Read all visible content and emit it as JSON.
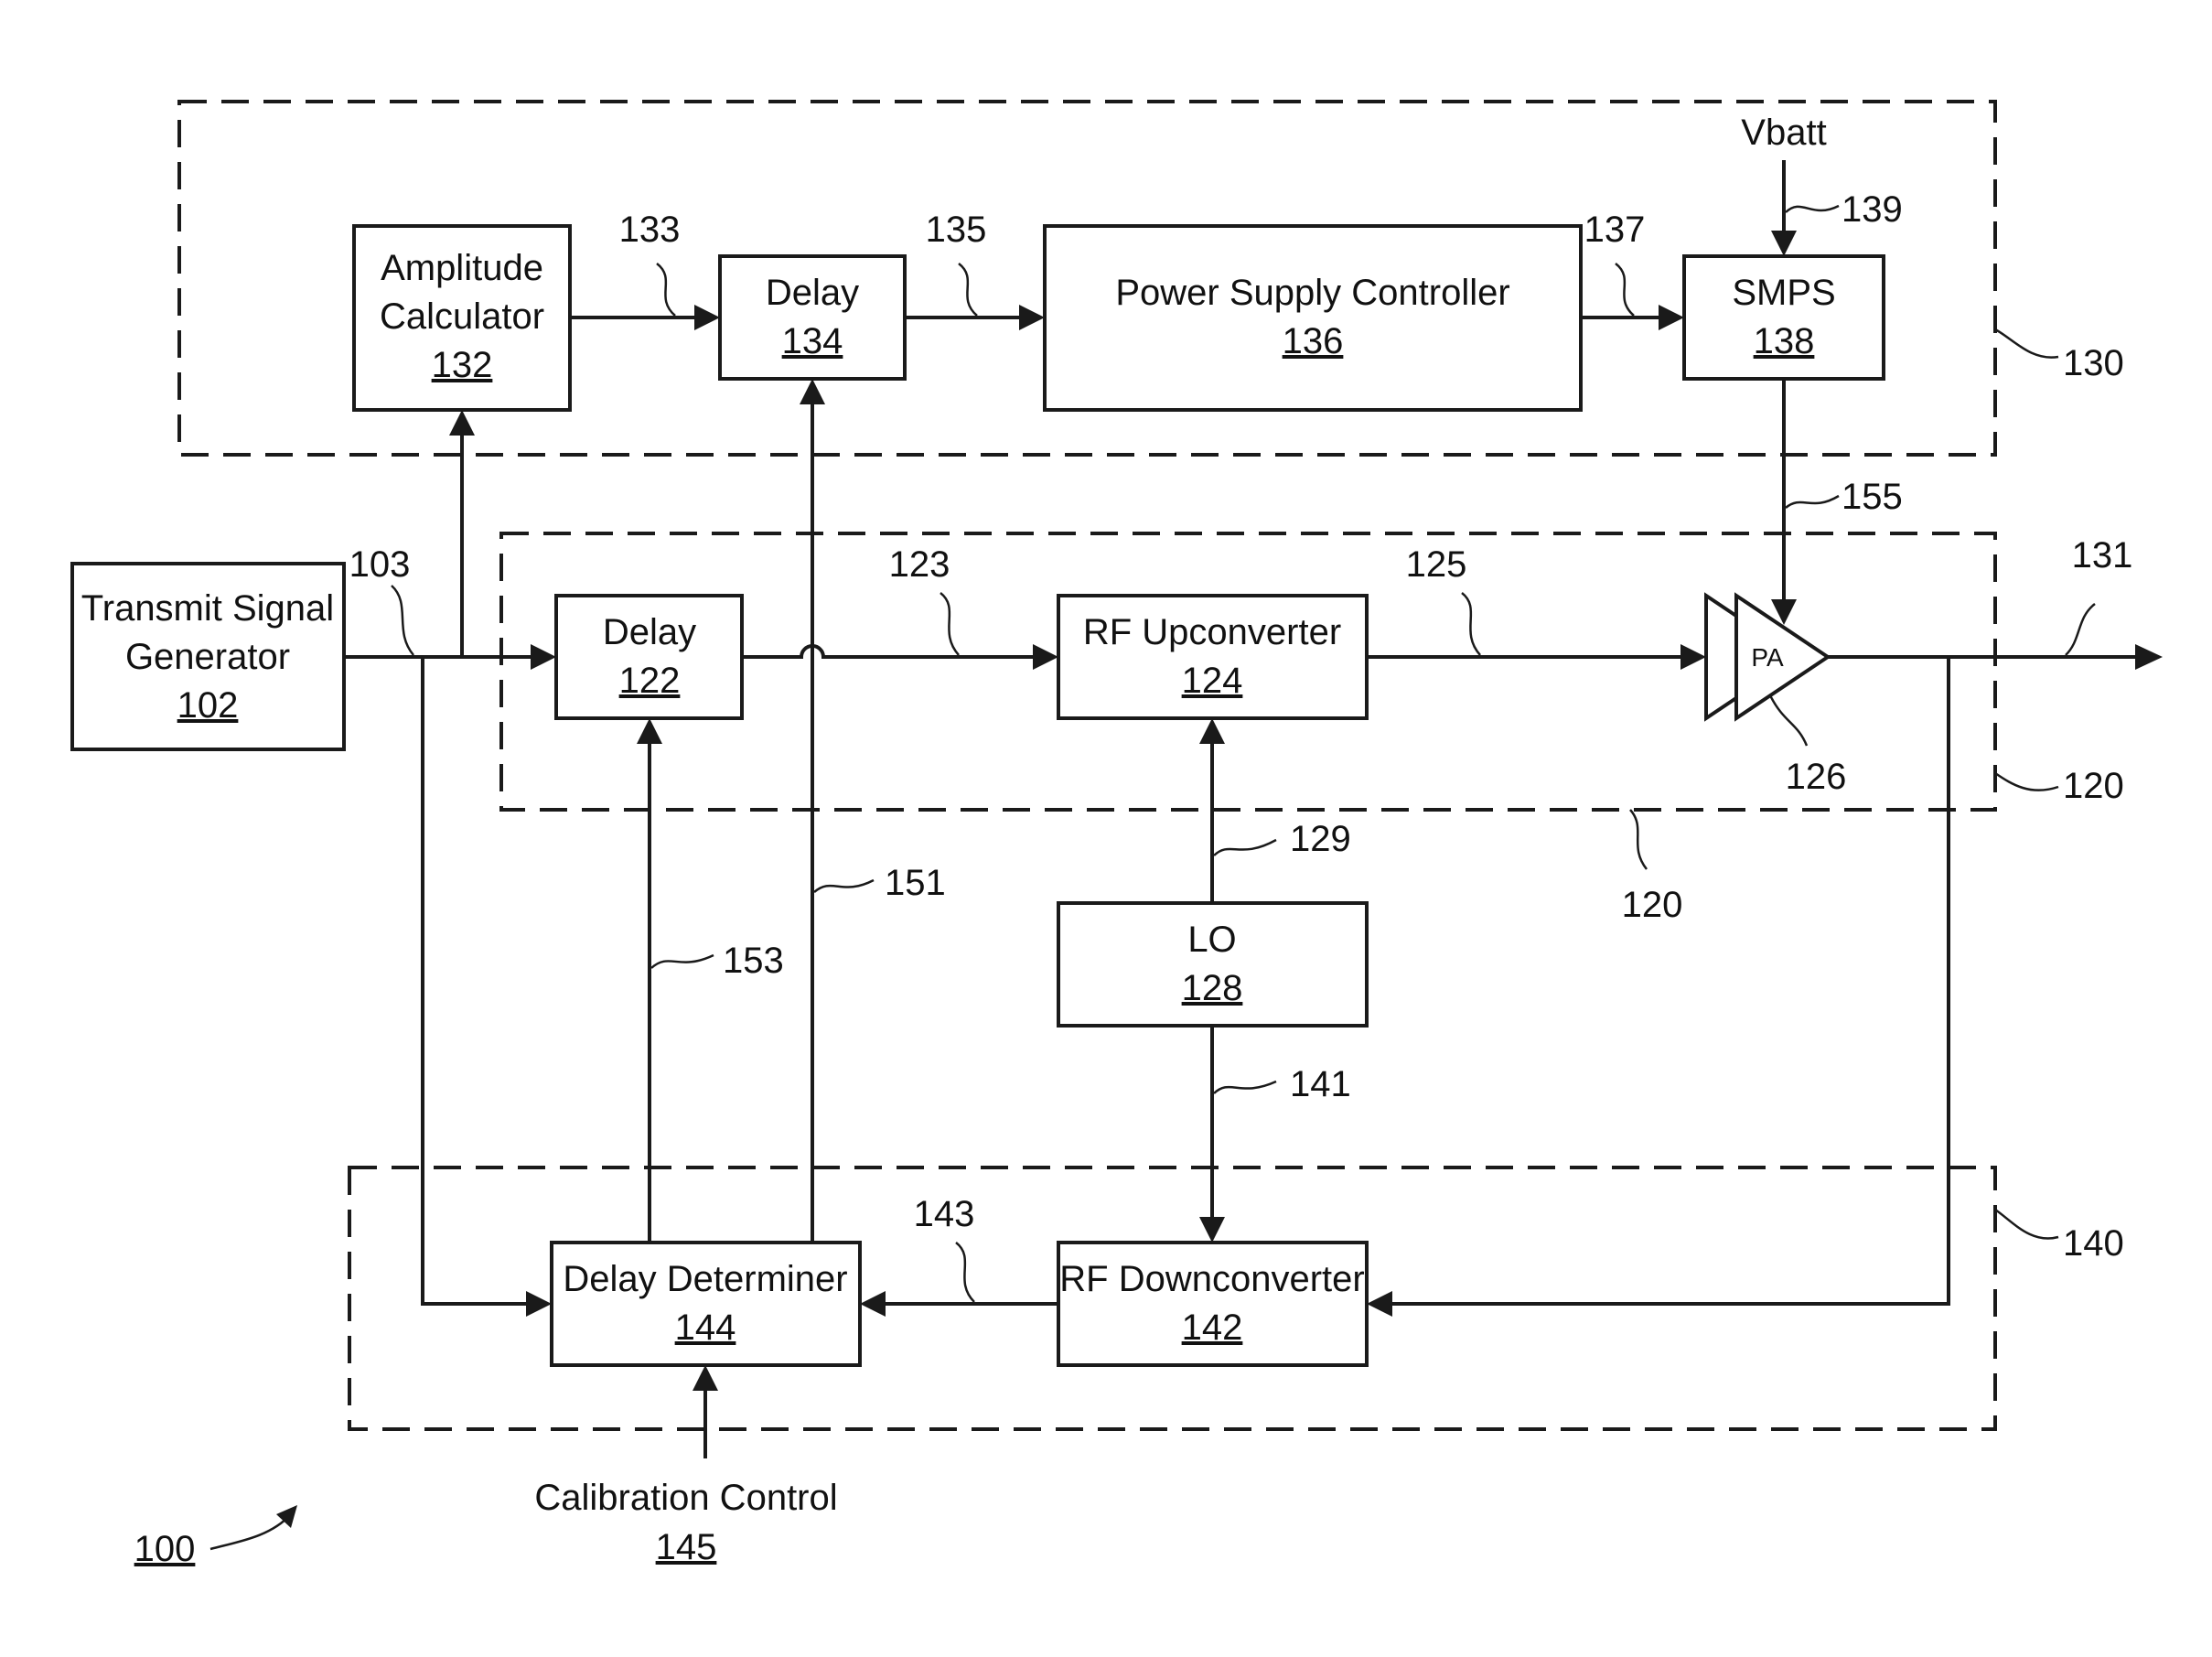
{
  "figure_number": "100",
  "groups": {
    "top": "130",
    "middle": "120",
    "middle_bottom": "120",
    "bottom": "140"
  },
  "blocks": {
    "transmit_signal_generator": {
      "line1": "Transmit Signal",
      "line2": "Generator",
      "ref": "102"
    },
    "amplitude_calculator": {
      "line1": "Amplitude",
      "line2": "Calculator",
      "ref": "132"
    },
    "delay_134": {
      "label": "Delay",
      "ref": "134"
    },
    "power_supply_controller": {
      "label": "Power Supply Controller",
      "ref": "136"
    },
    "smps": {
      "label": "SMPS",
      "ref": "138"
    },
    "delay_122": {
      "label": "Delay",
      "ref": "122"
    },
    "rf_upconverter": {
      "label": "RF Upconverter",
      "ref": "124"
    },
    "pa": {
      "label": "PA",
      "ref": "126"
    },
    "lo": {
      "label": "LO",
      "ref": "128"
    },
    "delay_determiner": {
      "label": "Delay Determiner",
      "ref": "144"
    },
    "rf_downconverter": {
      "label": "RF Downconverter",
      "ref": "142"
    }
  },
  "inputs": {
    "vbatt": "Vbatt",
    "calibration_control": {
      "label": "Calibration Control",
      "ref": "145"
    }
  },
  "signals": {
    "s103": "103",
    "s133": "133",
    "s135": "135",
    "s137": "137",
    "s139": "139",
    "s155": "155",
    "s123": "123",
    "s125": "125",
    "s131": "131",
    "s129": "129",
    "s151": "151",
    "s153": "153",
    "s141": "141",
    "s143": "143"
  }
}
